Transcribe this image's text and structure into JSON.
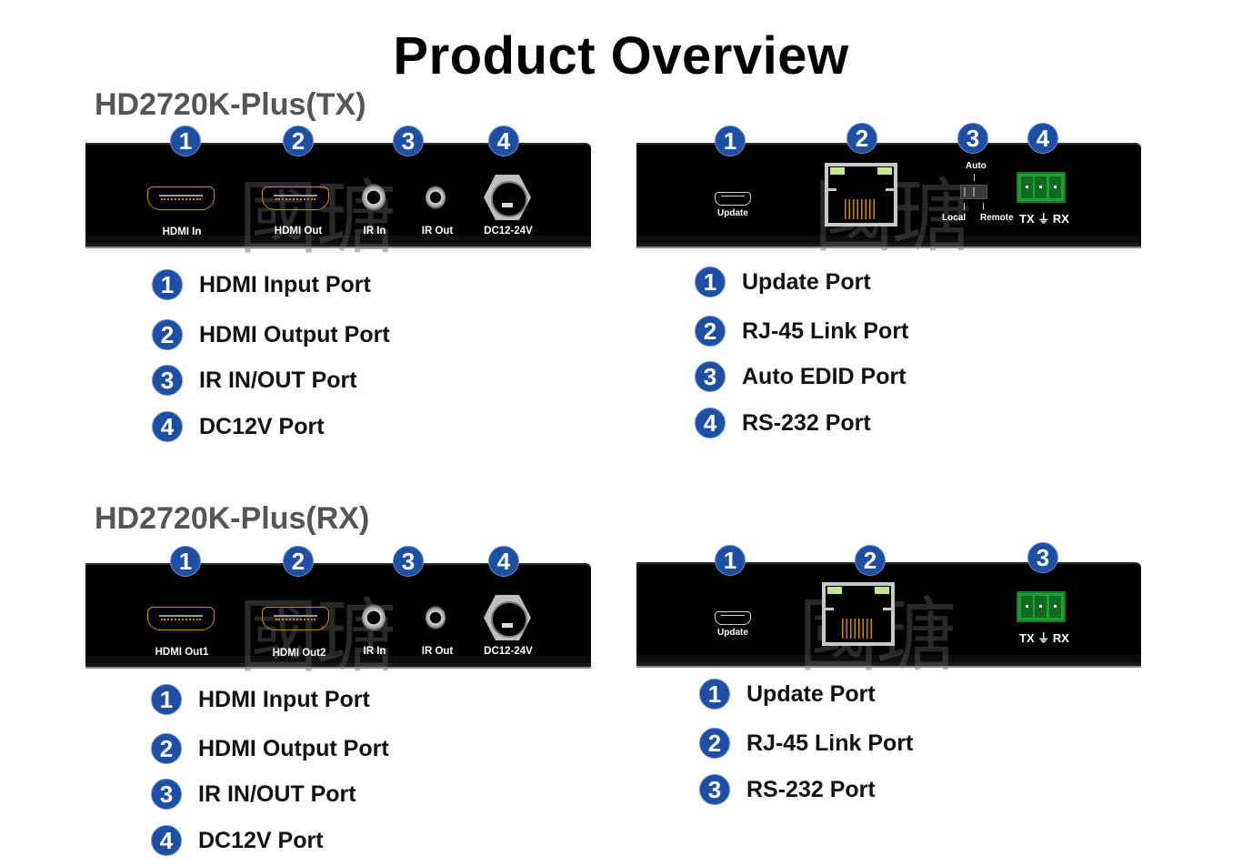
{
  "title": "Product Overview",
  "brand_color": "#1f4fa3",
  "watermark": "國瑭",
  "sections": [
    {
      "model": "HD2720K-Plus(TX)",
      "front": {
        "badges": [
          "1",
          "2",
          "3",
          "4"
        ],
        "ports": [
          "HDMI In",
          "HDMI Out",
          "IR In",
          "IR Out",
          "DC12-24V"
        ]
      },
      "front_legend": [
        {
          "num": "1",
          "text": "HDMI Input Port"
        },
        {
          "num": "2",
          "text": "HDMI Output Port"
        },
        {
          "num": "3",
          "text": "IR IN/OUT Port"
        },
        {
          "num": "4",
          "text": "DC12V Port"
        }
      ],
      "rear": {
        "badges": [
          "1",
          "2",
          "3",
          "4"
        ],
        "update_label": "Update",
        "switch_labels": {
          "top": "Auto",
          "left": "Local",
          "right": "Remote"
        },
        "terminal_label": "TX ⏚ RX"
      },
      "rear_legend": [
        {
          "num": "1",
          "text": "Update Port"
        },
        {
          "num": "2",
          "text": "RJ-45 Link Port"
        },
        {
          "num": "3",
          "text": "Auto EDID Port"
        },
        {
          "num": "4",
          "text": "RS-232 Port"
        }
      ]
    },
    {
      "model": "HD2720K-Plus(RX)",
      "front": {
        "badges": [
          "1",
          "2",
          "3",
          "4"
        ],
        "ports": [
          "HDMI Out1",
          "HDMI Out2",
          "IR In",
          "IR Out",
          "DC12-24V"
        ]
      },
      "front_legend": [
        {
          "num": "1",
          "text": "HDMI Input Port"
        },
        {
          "num": "2",
          "text": "HDMI Output Port"
        },
        {
          "num": "3",
          "text": "IR IN/OUT Port"
        },
        {
          "num": "4",
          "text": "DC12V Port"
        }
      ],
      "rear": {
        "badges": [
          "1",
          "2",
          "3"
        ],
        "update_label": "Update",
        "terminal_label": "TX ⏚ RX"
      },
      "rear_legend": [
        {
          "num": "1",
          "text": "Update Port"
        },
        {
          "num": "2",
          "text": "RJ-45 Link Port"
        },
        {
          "num": "3",
          "text": "RS-232 Port"
        }
      ]
    }
  ]
}
